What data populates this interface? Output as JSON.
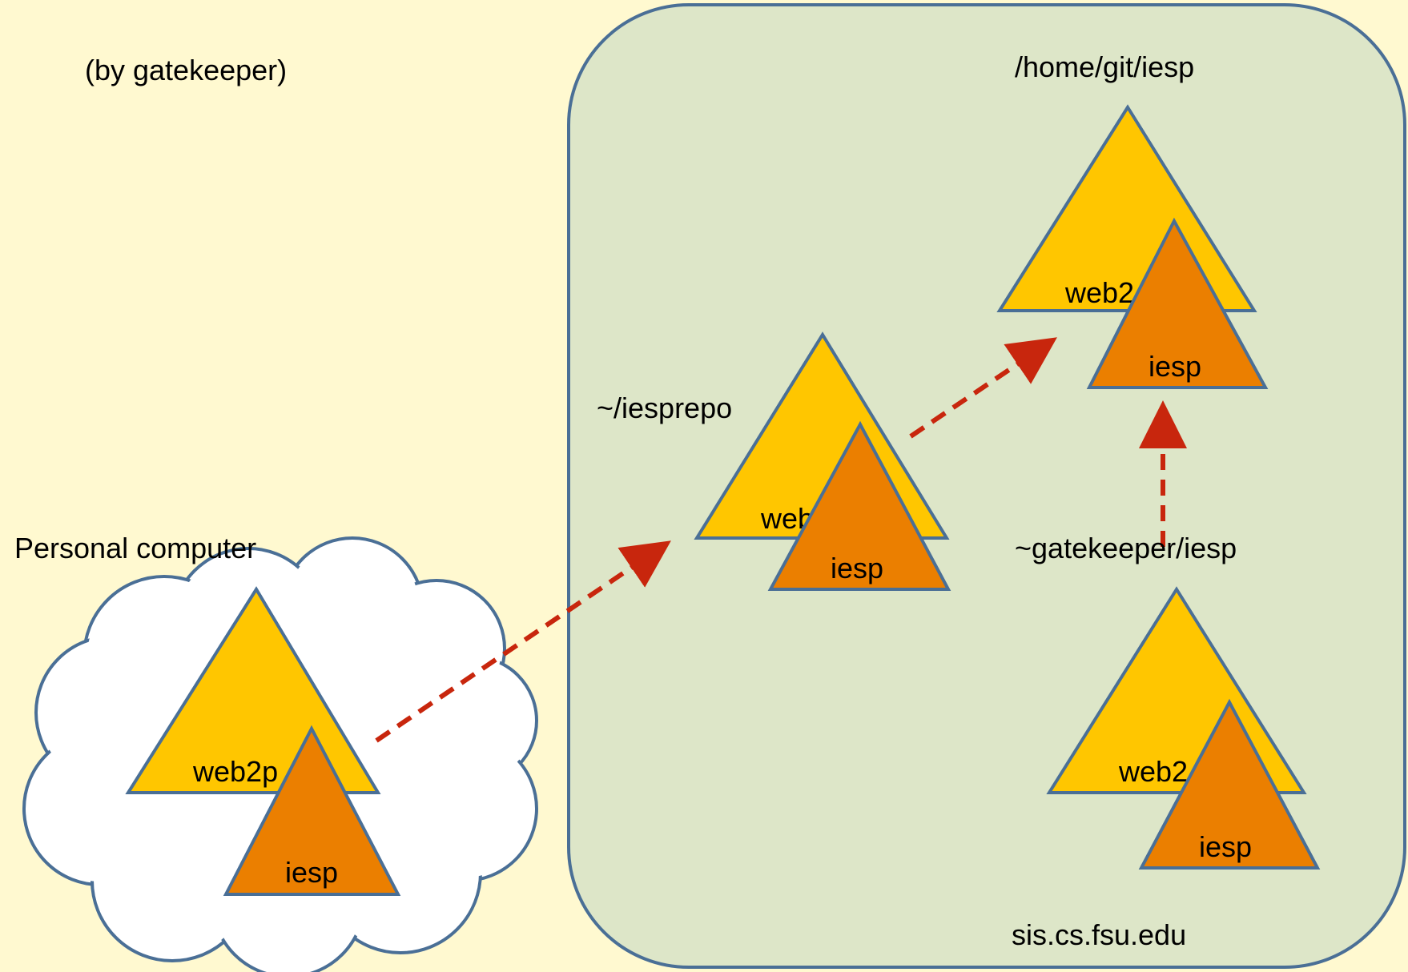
{
  "labels": {
    "title_partial": "",
    "subtitle": "(by gatekeeper)",
    "personal_computer": "Personal computer",
    "server_host": "sis.cs.fsu.edu",
    "home_git": "/home/git/iesp",
    "iesprepo": "~/iesprepo",
    "gatekeeper_repo": "~gatekeeper/iesp"
  },
  "repos": {
    "local": {
      "outer": "web2p",
      "inner": "iesp"
    },
    "iesprepo": {
      "outer": "web",
      "inner": "iesp"
    },
    "home_git": {
      "outer": "web2",
      "inner": "iesp"
    },
    "gatekeeper": {
      "outer": "web2",
      "inner": "iesp"
    }
  },
  "colors": {
    "background": "#fff9d0",
    "server_box": "#dde6c8",
    "outline": "#4a6f96",
    "web2py_triangle": "#ffc600",
    "iesp_triangle": "#eb7f00",
    "arrow": "#c8260d",
    "cloud": "#ffffff"
  }
}
